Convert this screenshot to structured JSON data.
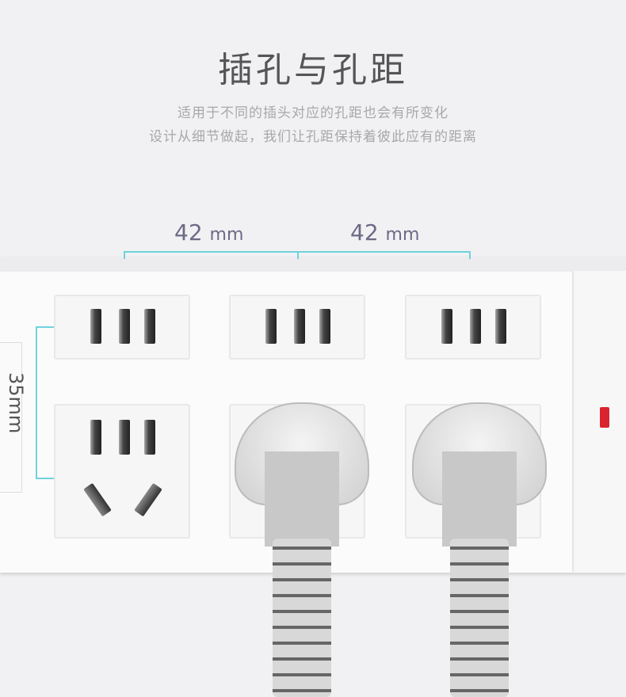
{
  "title": "插孔与孔距",
  "subtitle_lines": [
    "适用于不同的插头对应的孔距也会有所变化",
    "设计从细节做起，我们让孔距保持着彼此应有的距离"
  ],
  "dimensions": {
    "spacing_1": {
      "value": "42",
      "unit": "mm"
    },
    "spacing_2": {
      "value": "42",
      "unit": "mm"
    },
    "row_spacing": "35mm"
  },
  "colors": {
    "dimension_line": "#6fd3dc",
    "indicator": "#d9232e"
  }
}
